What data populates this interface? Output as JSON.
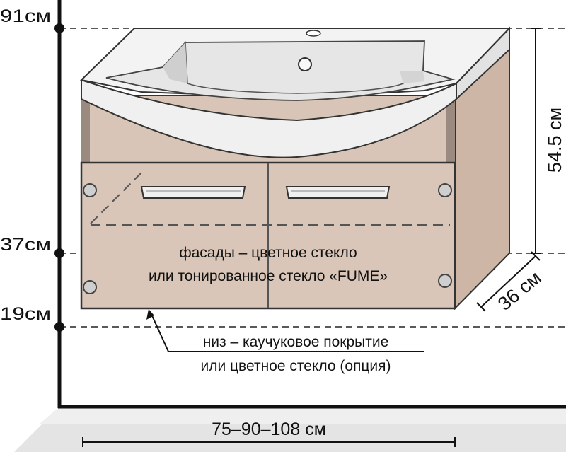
{
  "colors": {
    "cabinet_face": "#d9c6b8",
    "cabinet_side": "#cdb6a6",
    "basin": "#f4f4f4",
    "line": "#222222",
    "floor_shade": "#dddddd"
  },
  "heights": {
    "top": "91см",
    "counter": "37см",
    "bottom": "19см"
  },
  "dimensions": {
    "cabinet_height": "54.5 см",
    "depth": "36 см",
    "width": "75–90–108 см"
  },
  "notes": {
    "facade_line1": "фасады – цветное стекло",
    "facade_line2": "или тонированное стекло «FUME»",
    "bottom_line1": "низ – каучуковое покрытие",
    "bottom_line2": "или цветное стекло (опция)"
  }
}
